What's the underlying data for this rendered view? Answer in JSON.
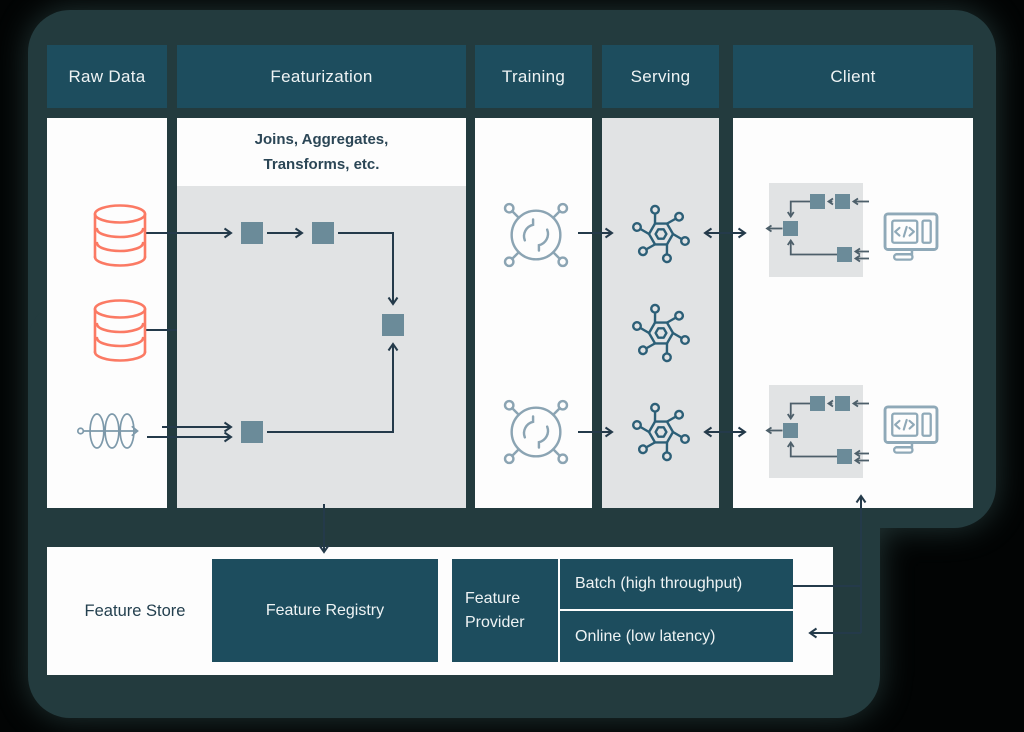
{
  "colors": {
    "card_bg": "#233b3e",
    "panel_white": "#fdfdfd",
    "panel_gray": "#e1e3e4",
    "header_bg": "#1d4d5e",
    "header_text": "#eef3f4",
    "note_text": "#2b4656",
    "label_text": "#24404f",
    "line": "#243a4a",
    "node": "#6b8b99",
    "mini_arrow": "#4d5f6a",
    "db_icon": "#fb7a64",
    "stream_icon": "#7d99aa",
    "training_icon": "#8ba4b3",
    "serving_icon": "#2c5f77",
    "monitor_icon": "#8fa9b8"
  },
  "columns": [
    {
      "label": "Raw Data"
    },
    {
      "label": "Featurization",
      "note_lines": [
        "Joins, Aggregates,",
        "Transforms, etc."
      ]
    },
    {
      "label": "Training"
    },
    {
      "label": "Serving"
    },
    {
      "label": "Client"
    }
  ],
  "feature_store": {
    "label": "Feature Store",
    "registry": "Feature Registry",
    "provider": "Feature Provider",
    "batch": "Batch (high throughput)",
    "online": "Online (low latency)"
  },
  "icons": {
    "database": "database-icon",
    "stream": "stream-icon",
    "training": "training-icon",
    "serving": "model-serving-icon",
    "client_pipeline": "client-pipeline-icon",
    "monitor": "code-monitor-icon"
  }
}
